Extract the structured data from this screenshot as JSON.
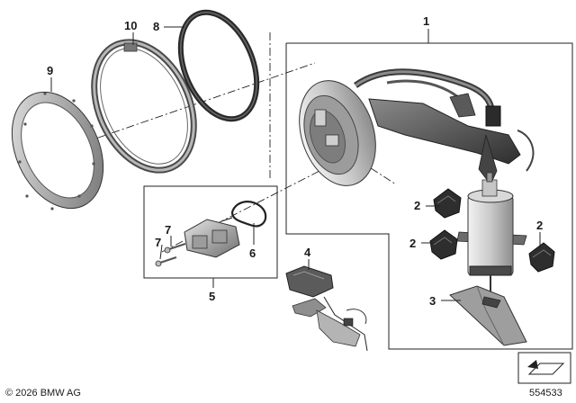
{
  "callouts": {
    "c1": "1",
    "c2a": "2",
    "c2b": "2",
    "c2c": "2",
    "c3": "3",
    "c4": "4",
    "c5": "5",
    "c6": "6",
    "c7a": "7",
    "c7b": "7",
    "c8": "8",
    "c9": "9",
    "c10": "10"
  },
  "footer": {
    "copyright": "© 2026 BMW AG",
    "part_number": "554533"
  }
}
